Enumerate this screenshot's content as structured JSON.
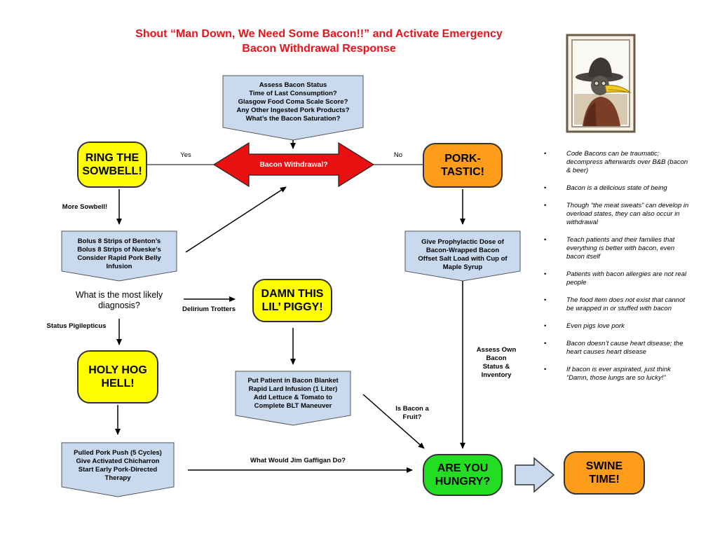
{
  "title": {
    "line1": "Shout “Man Down, We Need Some Bacon!!” and Activate Emergency",
    "line2": "Bacon Withdrawal Response"
  },
  "assess_box": [
    "Assess Bacon Status",
    "Time of Last Consumption?",
    "Glasgow Food Coma Scale Score?",
    "Any Other Ingested Pork Products?",
    "What’s the Bacon Saturation?"
  ],
  "decision": {
    "label": "Bacon Withdrawal?",
    "yes": "Yes",
    "no": "No"
  },
  "ring_sowbell": [
    "RING THE",
    "SOWBELL!"
  ],
  "more_sowbell": "More Sowbell!",
  "bolus_box": [
    "Bolus 8 Strips of Benton’s",
    "Bolus 8 Strips of Nueske’s",
    "Consider Rapid Pork Belly",
    "Infusion"
  ],
  "diagnosis_q": [
    "What is the most likely",
    "diagnosis?"
  ],
  "status_pig": "Status Pigilepticus",
  "delirium": "Delirium Trotters",
  "holy_hog": [
    "HOLY HOG",
    "HELL!"
  ],
  "damn_piggy": [
    "DAMN THIS",
    "LIL’ PIGGY!"
  ],
  "blanket_box": [
    "Put Patient in Bacon Blanket",
    "Rapid Lard Infusion (1 Liter)",
    "Add Lettuce & Tomato to",
    "Complete BLT Maneuver"
  ],
  "pulled_box": [
    "Pulled Pork Push (5 Cycles)",
    "Give Activated Chicharron",
    "Start Early Pork-Directed",
    "Therapy"
  ],
  "gaffigan": "What Would Jim Gaffigan Do?",
  "bacon_fruit": [
    "Is Bacon a",
    "Fruit?"
  ],
  "pork_tastic": [
    "PORK-",
    "TASTIC!"
  ],
  "prophylactic_box": [
    "Give Prophylactic Dose of",
    "Bacon-Wrapped Bacon",
    "Offset Salt Load with Cup of",
    "Maple Syrup"
  ],
  "assess_own": [
    "Assess Own",
    "Bacon",
    "Status &",
    "Inventory"
  ],
  "are_you_hungry": [
    "ARE YOU",
    "HUNGRY?"
  ],
  "swine_time": [
    "SWINE",
    "TIME!"
  ],
  "notes": [
    "Code Bacons can be traumatic; decompress afterwards over B&B (bacon & beer)",
    "Bacon is a delicious state of being",
    "Though “the meat sweats” can develop in overload states, they can also occur in withdrawal",
    "Teach patients and their families that everything is better with bacon, even bacon itself",
    "Patients with bacon allergies are not real people",
    "The food item does not exist that cannot be wrapped in or stuffed with bacon",
    "Even pigs love pork",
    "Bacon doesn’t cause heart disease; the heart causes heart disease",
    "If bacon is ever aspirated, just think “Damn, those lungs are so lucky!”"
  ],
  "colors": {
    "title": "#e8141b",
    "box_fill": "#c9d9ee",
    "yellow": "#ffff00",
    "orange": "#ff9c1a",
    "green": "#22dd22",
    "decision_red": "#e81010"
  }
}
